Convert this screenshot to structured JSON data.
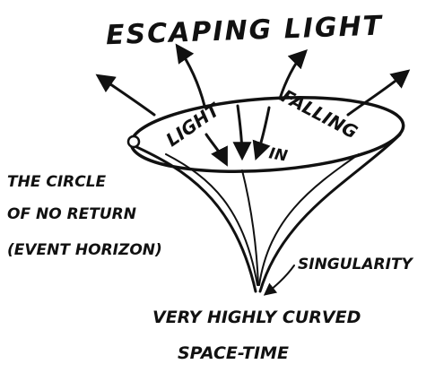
{
  "diagram": {
    "title": "ESCAPING LIGHT",
    "inside_label_1": "LIGHT",
    "inside_label_2": "FALLING",
    "inside_label_3": "IN",
    "horizon_label_line1": "THE CIRCLE",
    "horizon_label_line2": "OF NO RETURN",
    "horizon_label_line3": "(EVENT HORIZON)",
    "singularity_label": "SINGULARITY",
    "bottom_label_line1": "VERY HIGHLY CURVED",
    "bottom_label_line2": "SPACE-TIME",
    "ink_color": "#111111",
    "background_color": "#ffffff"
  }
}
